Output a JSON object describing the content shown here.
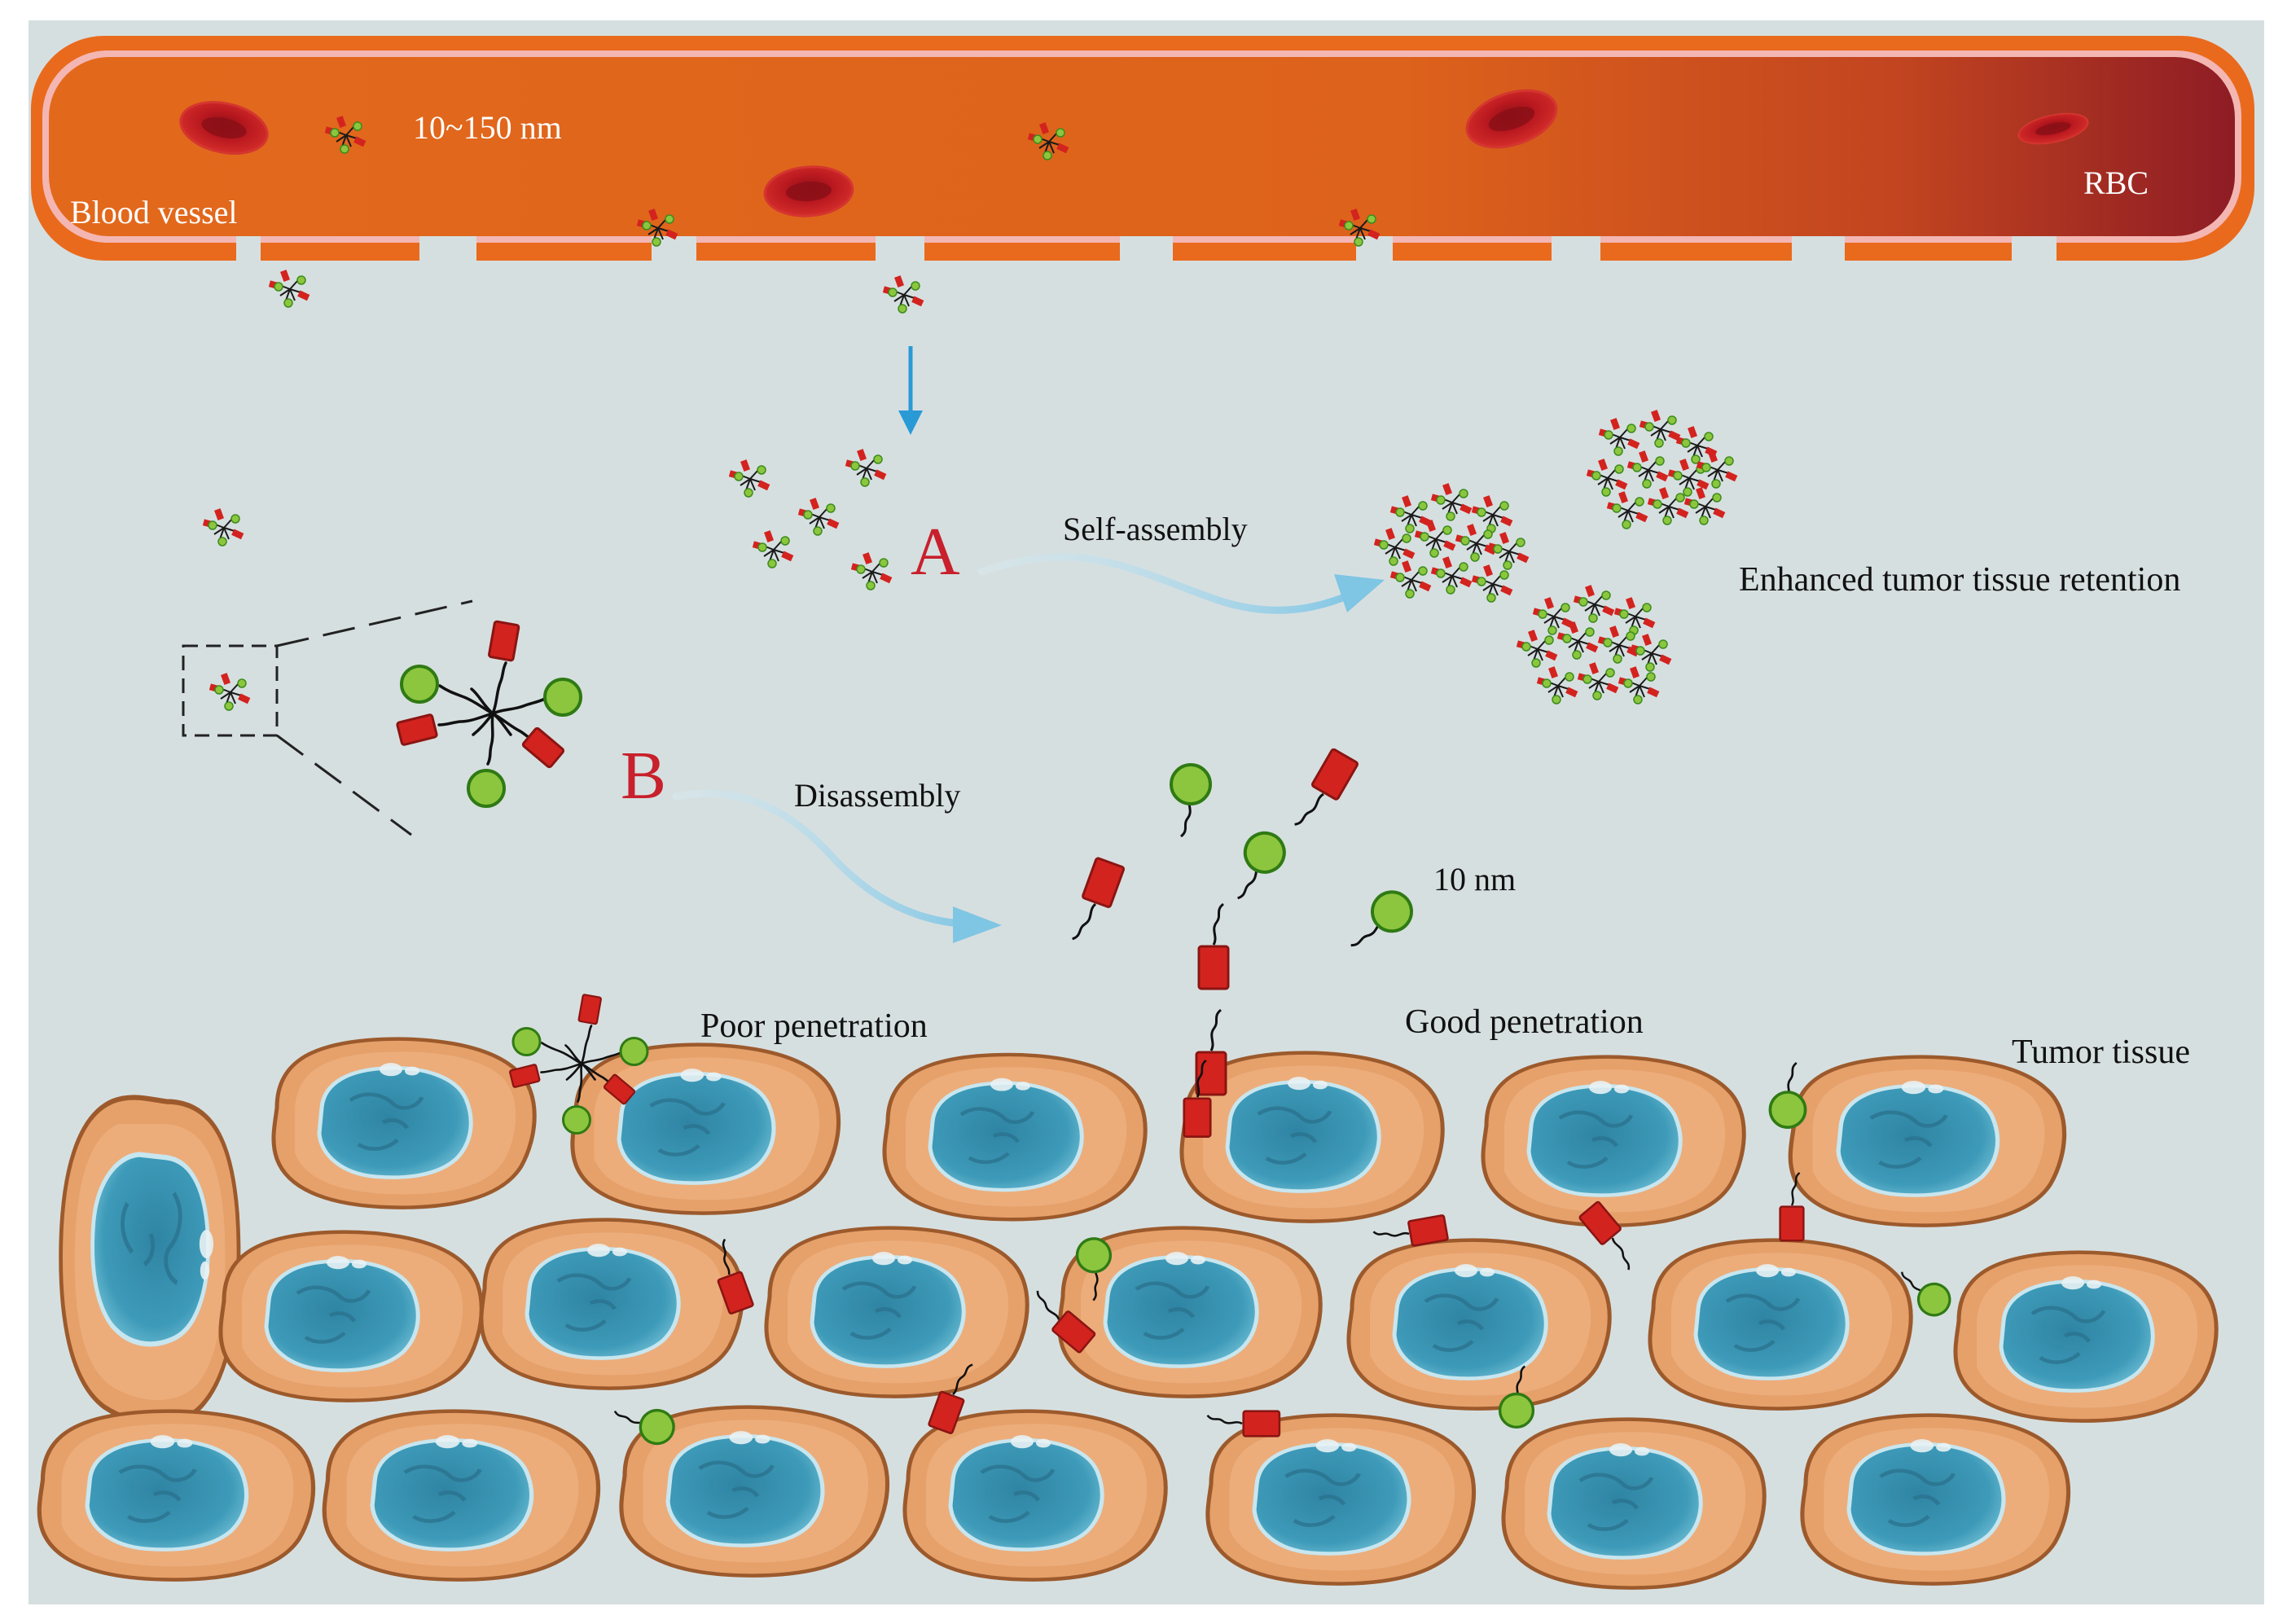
{
  "labels": {
    "blood_vessel": "Blood vessel",
    "size_large": "10~150 nm",
    "rbc": "RBC",
    "pathway_a_letter": "A",
    "self_assembly": "Self-assembly",
    "enhanced_retention": "Enhanced tumor tissue retention",
    "pathway_b_letter": "B",
    "disassembly": "Disassembly",
    "size_small": "10 nm",
    "poor_penetration": "Poor penetration",
    "good_penetration": "Good penetration",
    "tumor_tissue": "Tumor tissue"
  },
  "colors": {
    "background": "#d6dfe0",
    "vessel_outer": "#e96a1c",
    "vessel_lumen_start": "#e0661a",
    "vessel_lumen_end": "#8c1d24",
    "vessel_wall_inner": "#f4b6b2",
    "rbc": "#c41e26",
    "drug_block": "#d3231f",
    "ligand_sphere": "#8cc63e",
    "cell_body": "#e6a06a",
    "cell_outline": "#9c5a2c",
    "nucleus": "#3f97b4",
    "arrow_blue": "#2a9ad6",
    "letter_red": "#c8202c"
  }
}
